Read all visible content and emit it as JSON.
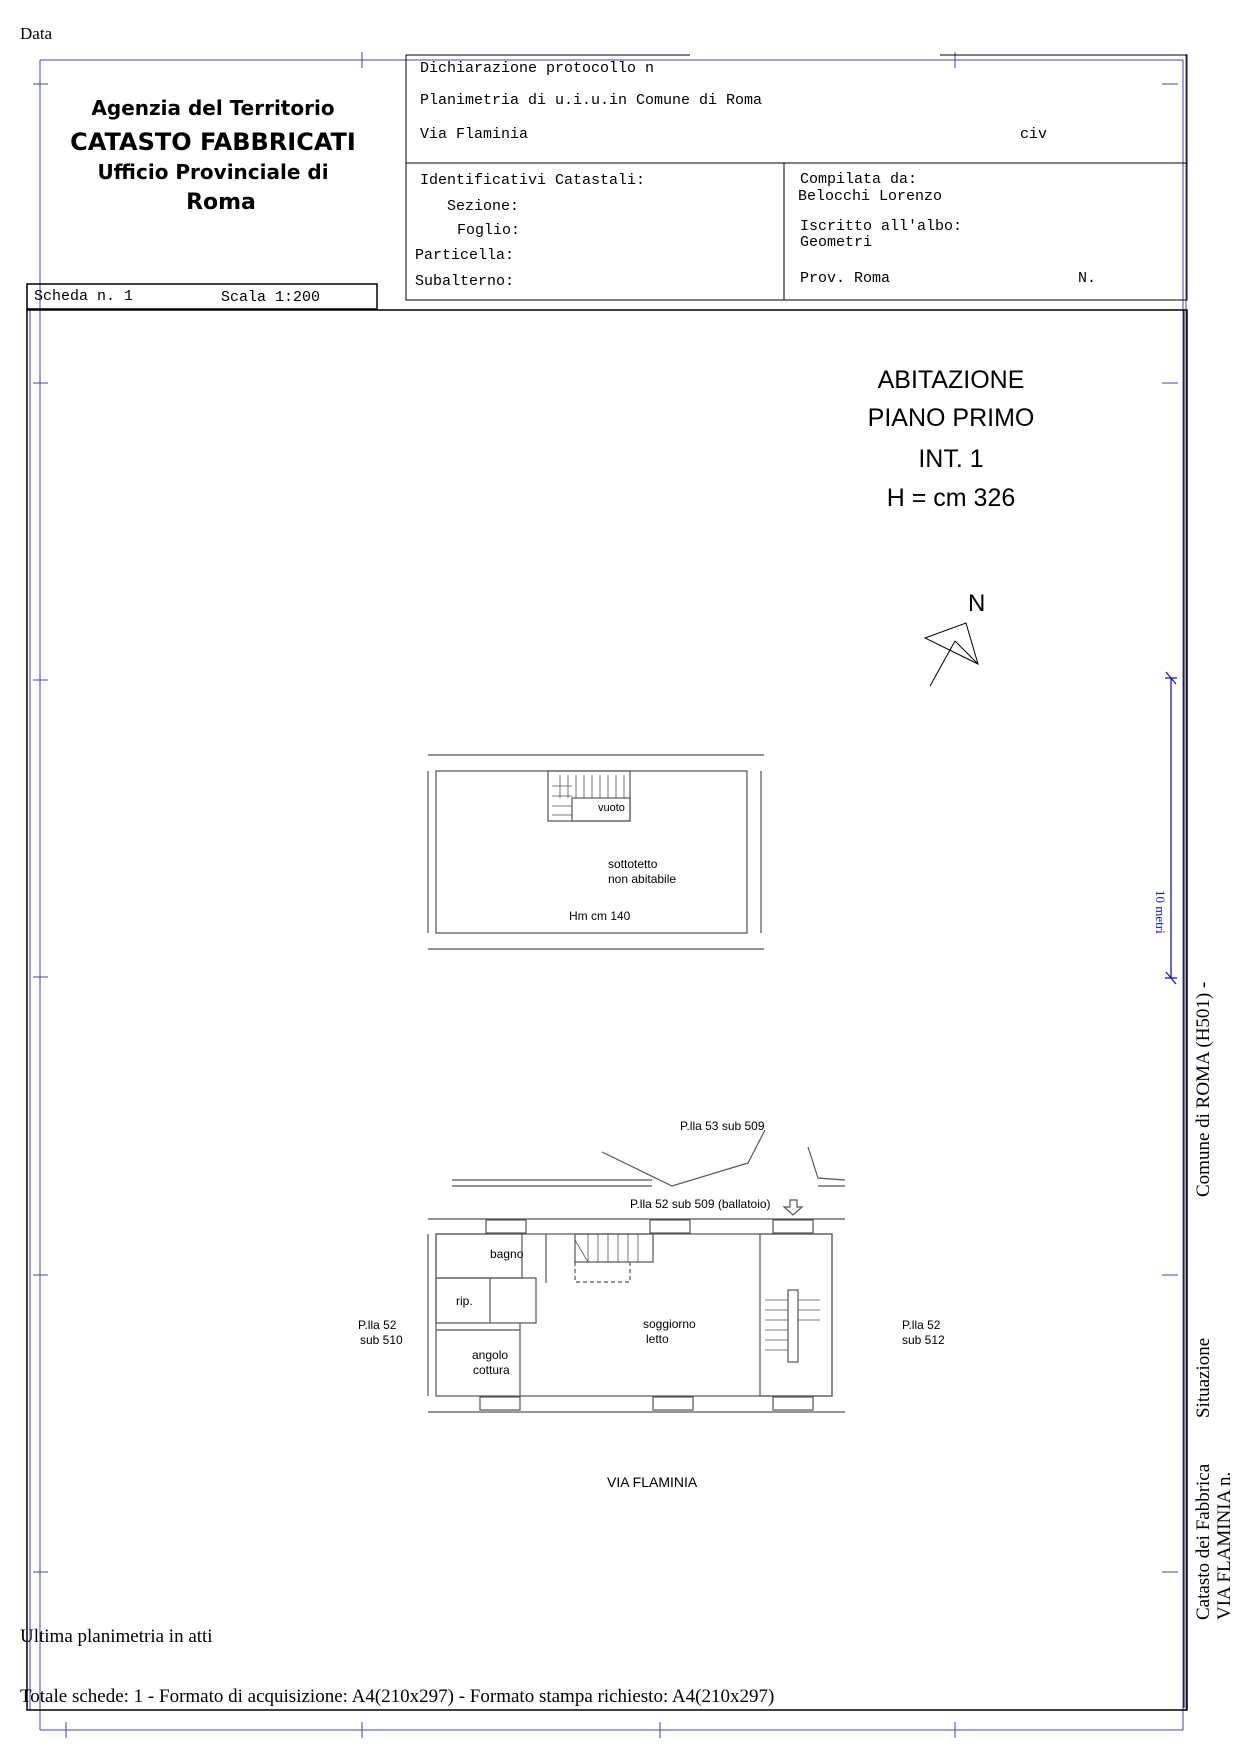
{
  "header": {
    "data_label": "Data",
    "agency_line1": "Agenzia del Territorio",
    "agency_line2": "CATASTO FABBRICATI",
    "agency_line3": "Ufficio Provinciale di",
    "agency_line4": "Roma",
    "declaration": "Dichiarazione protocollo n",
    "planimetry": "Planimetria di u.i.u.in Comune di Roma",
    "street": "Via Flaminia",
    "civ_label": "civ",
    "identifiers_title": "Identificativi Catastali:",
    "sezione_label": "Sezione:",
    "foglio_label": "Foglio:",
    "particella_label": "Particella:",
    "subalterno_label": "Subalterno:",
    "compiled_label": "Compilata da:",
    "compiled_name": "Belocchi Lorenzo",
    "register_label": "Iscritto all'albo:",
    "register_value": "Geometri",
    "prov_label": "Prov. Roma",
    "n_label": "N.",
    "scheda": "Scheda n. 1",
    "scala": "Scala 1:200"
  },
  "drawing": {
    "title_line1": "ABITAZIONE",
    "title_line2": "PIANO PRIMO",
    "title_line3": "INT. 1",
    "title_line4": "H = cm 326",
    "north": "N",
    "room_vuoto": "vuoto",
    "room_sottotetto_1": "sottotetto",
    "room_sottotetto_2": "non abitabile",
    "room_height": "Hm cm 140",
    "pla53": "P.lla 53 sub 509",
    "pla52_ballatoio": "P.lla 52 sub 509 (ballatoio)",
    "room_bagno": "bagno",
    "room_rip": "rip.",
    "room_soggiorno_1": "soggiorno",
    "room_soggiorno_2": "letto",
    "room_angolo_1": "angolo",
    "room_angolo_2": "cottura",
    "pla52_510_1": "P.lla 52",
    "pla52_510_2": "sub 510",
    "pla52_512_1": "P.lla 52",
    "pla52_512_2": "sub 512",
    "street_label": "VIA FLAMINIA"
  },
  "side": {
    "stamp_fragment": "10 metri",
    "line_a": "Catasto dei Fabbrica",
    "line_b": "Situazione",
    "line_c": "Comune di ROMA (H501) -",
    "line_d": "VIA FLAMINIA n."
  },
  "footer": {
    "last_plan": "Ultima planimetria in atti",
    "totals": "Totale schede: 1 - Formato di acquisizione: A4(210x297)  - Formato stampa richiesto: A4(210x297)"
  },
  "colors": {
    "frame_blue": "#4444aa",
    "ink": "#000000",
    "stamp_blue": "#1a1aa6"
  }
}
